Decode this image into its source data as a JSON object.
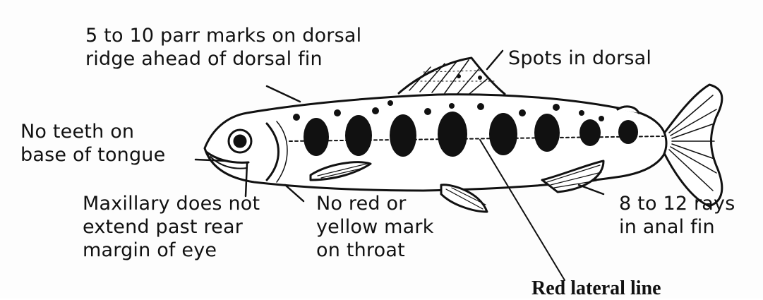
{
  "labels": {
    "parr_marks": [
      "5 to 10 parr marks on dorsal",
      "ridge ahead of dorsal fin"
    ],
    "spots_dorsal": [
      "Spots in dorsal"
    ],
    "no_teeth": [
      "No teeth on",
      "base of tongue"
    ],
    "maxillary": [
      "Maxillary does not",
      "extend past rear",
      "margin of eye"
    ],
    "no_red_mark": [
      "No red or",
      "yellow mark",
      "on throat"
    ],
    "anal_fin": [
      "8 to 12 rays",
      "in anal fin"
    ],
    "red_lateral_line": [
      "Red lateral line"
    ]
  },
  "colors": {
    "ink": "#111111",
    "background": "#fdfdfd"
  }
}
